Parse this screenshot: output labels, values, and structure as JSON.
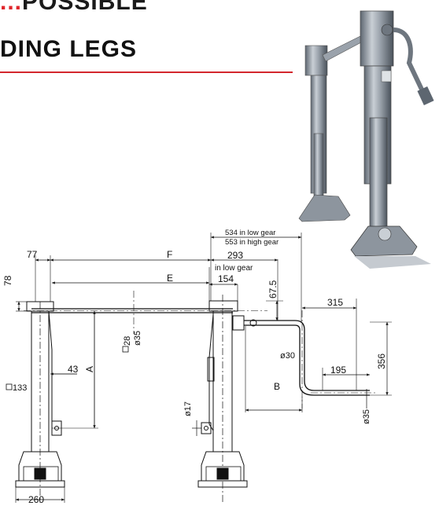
{
  "header": {
    "brand_red": "...",
    "brand_black": "POSSIBLE",
    "title": "DING LEGS"
  },
  "dims": {
    "gear_low": "534 in low gear",
    "gear_high": "553 in high gear",
    "d293": "293",
    "in_low_gear": "in low gear",
    "d154": "154",
    "d77": "77",
    "F": "F",
    "E": "E",
    "d78": "78",
    "d67_5": "67.5",
    "d315": "315",
    "d356": "356",
    "d30": "ø30",
    "d195": "195",
    "d35": "ø35",
    "B": "B",
    "d28": "28",
    "d35_tube": "ø35",
    "d43": "43",
    "A": "A",
    "d133": "133",
    "d17": "ø17",
    "d260": "260"
  }
}
